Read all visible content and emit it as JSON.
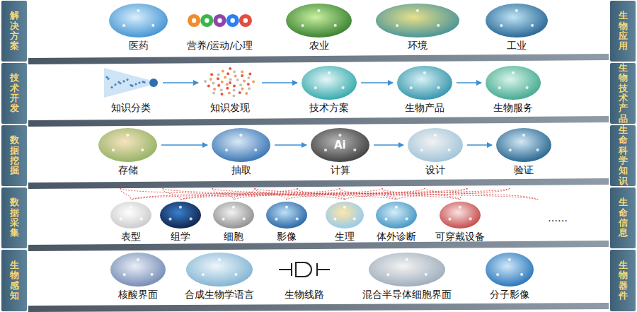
{
  "diagram": {
    "nodes": [
      {
        "text": [
          "解决方案"
        ]
      },
      {
        "text": [
          "医药"
        ]
      },
      {
        "text": [
          "营养/运动/心理"
        ]
      },
      {
        "text": [
          "农业"
        ]
      },
      {
        "text": [
          "环境"
        ]
      },
      {
        "text": [
          "工业"
        ]
      },
      {
        "text": [
          "生物应用"
        ]
      },
      {
        "text": [
          "技术开发"
        ]
      },
      {
        "text": [
          "知识分类"
        ]
      },
      {
        "text": [
          "知识发现"
        ]
      },
      {
        "text": [
          "技术方案"
        ]
      },
      {
        "text": [
          "生物产品"
        ]
      },
      {
        "text": [
          "生物服务"
        ]
      },
      {
        "text": [
          "生物技术产品"
        ]
      },
      {
        "text": [
          "数据挖掘"
        ]
      },
      {
        "text": [
          "存储"
        ]
      },
      {
        "text": [
          "抽取"
        ]
      },
      {
        "text": [
          "计算"
        ]
      },
      {
        "text": [
          "设计"
        ]
      },
      {
        "text": [
          "验证"
        ]
      },
      {
        "text": [
          "生命科学知识"
        ]
      },
      {
        "text": [
          "数据采集"
        ]
      },
      {
        "text": [
          "表型"
        ]
      },
      {
        "text": [
          "组学"
        ]
      },
      {
        "text": [
          "细胞"
        ]
      },
      {
        "text": [
          "影像"
        ]
      },
      {
        "text": [
          "生理"
        ]
      },
      {
        "text": [
          "体外诊断"
        ]
      },
      {
        "text": [
          "可穿戴设备"
        ]
      },
      {
        "text": [
          "生命信息"
        ]
      },
      {
        "text": [
          "生物感知"
        ]
      },
      {
        "text": [
          "核酸界面"
        ]
      },
      {
        "text": [
          "合成生物学语言"
        ]
      },
      {
        "text": [
          "生物线路"
        ]
      },
      {
        "text": [
          "混合半导体细胞界面"
        ]
      },
      {
        "text": [
          "分子影像"
        ]
      },
      {
        "text": [
          "生物器件"
        ]
      }
    ],
    "edges": [
      {
        "from": 8,
        "to": 9,
        "arrow": "to"
      },
      {
        "from": 9,
        "to": 10,
        "arrow": "to"
      },
      {
        "from": 10,
        "to": 11,
        "arrow": "to"
      },
      {
        "from": 11,
        "to": 12,
        "arrow": "to"
      },
      {
        "from": 15,
        "to": 16,
        "arrow": "to"
      },
      {
        "from": 16,
        "to": 17,
        "arrow": "to"
      },
      {
        "from": 17,
        "to": 18,
        "arrow": "to"
      },
      {
        "from": 18,
        "to": 19,
        "arrow": "to"
      }
    ],
    "labels": [
      "Ai",
      "……"
    ]
  }
}
